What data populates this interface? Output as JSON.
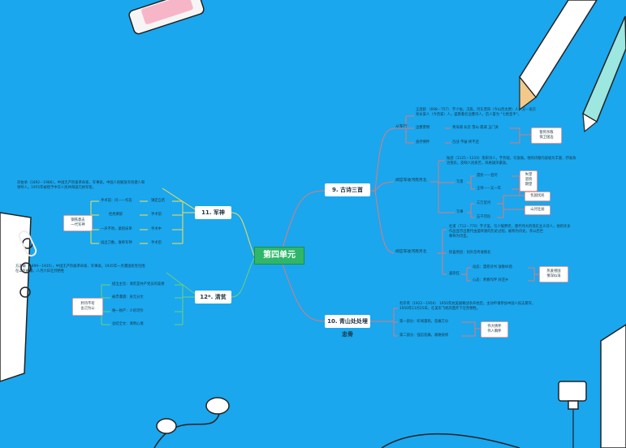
{
  "center": "第四单元",
  "lesson9": {
    "title": "9. 古诗三首",
    "cong": "从军行",
    "cong_text1": "王昌龄 （698－757） 字少伯，汉族，河东晋阳（今山西太原）人。又一说京",
    "cong_text2": "兆长安人（今西安）人。盛唐著名边塞诗人，后人誉为 \"七绝圣手\"。",
    "guanjing": "边塞景物",
    "guanjing_items": "青海湖  长云  雪山  孤城  玉门关",
    "zhuanfa": "直抒情怀",
    "zhuanfa_items": "百战  不破  终不还",
    "cong_theme1": "誓死杀敌",
    "cong_theme2": "保卫国边",
    "shi": "闻官军收河南河北",
    "shi_text1": "陆游（1125－1210）南宋诗人，字务观，号放翁。他的诗歌内容极为丰富，抒发政",
    "shi_text2": "治抱负，反映人民疾苦，风格雄浑豪放。",
    "xie1": "写景",
    "xie1_a": "遗民——泪尽",
    "xie1_b": "王师——又一年",
    "xie2": "写事",
    "xie2_a": "三万里河",
    "xie2_b": "五千仞岳",
    "shi_theme1": "失望",
    "shi_theme2": "悲愤",
    "shi_theme3": "期望",
    "yimin": "忧国忧民",
    "shanhe": "山河壮丽",
    "wen": "闻官军收河南河北",
    "wen_text1": "杜甫（712－770）字子美，号少陵野老，唐代伟大的现实主义诗人，他的许多",
    "wen_text2": "作品显示出唐代由盛转衰的历史过程，被称为诗史，享以后世",
    "wen_text3": "尊称为诗圣。",
    "wen_a": "惊喜原因：剑外忽传收蓟北",
    "wen_b": "喜欲狂",
    "wen_b1": "动态：漫卷诗书  放歌纵酒",
    "wen_b2": "心态：青春作伴  好还乡",
    "wen_theme1": "热爱祖国",
    "wen_theme2": "情深似海"
  },
  "lesson10": {
    "title": "10. 青山处处埋忠骨",
    "text1": "毛岸英（1922－1950）  1950年抗美援朝战争开始后，主动申请参加中国人民志愿军。",
    "text2": "1950年11月25日，在美军飞机的轰炸下壮烈牺牲。",
    "p1": "第一部分：听闻噩耗，悲痛万分",
    "p2": "第二部分：强忍悲痛，艰难抉择",
    "theme1": "伟大情怀",
    "theme2": "伟人胸怀"
  },
  "lesson11": {
    "title": "11. 军神",
    "intro1": "刘伯承（1892－1986），中国无产阶级革命家、军事家。中国人民解放军创建人和",
    "intro2": "领导人。1955年被授予中华人民共和国元帅军衔。",
    "rows": [
      {
        "left": "手术前：问——作答",
        "right": "镇定自若"
      },
      {
        "left": "拒绝麻醉",
        "right": "手术前"
      },
      {
        "left": "一声不吭，紧抓床单",
        "right": "手术中"
      },
      {
        "left": "说出刀数，谁称军神",
        "right": "手术后"
      }
    ],
    "theme1": "钢铁意志",
    "theme2": "一代军神"
  },
  "lesson12": {
    "title": "12*. 清贫",
    "intro1": "方志敏（1899－1935），中国无产阶级革命家、军事家。1935年一月遭国民党包围",
    "intro2": "在山区被捕，八月六日壮烈牺牲",
    "rows": [
      "提出主旨：清贫是共产党员的美德",
      "被俘遭遇：身无分文",
      "唯一财产：少的可怜",
      "总结全文：清明心境"
    ],
    "theme1": "矜持不苟",
    "theme2": "舍己为公"
  },
  "colors": {
    "background": "#1aa7ee",
    "center_fill": "#2fb66a",
    "line_red": "#e07a78",
    "line_yellow": "#f6e052",
    "line_green": "#6fd07b"
  }
}
